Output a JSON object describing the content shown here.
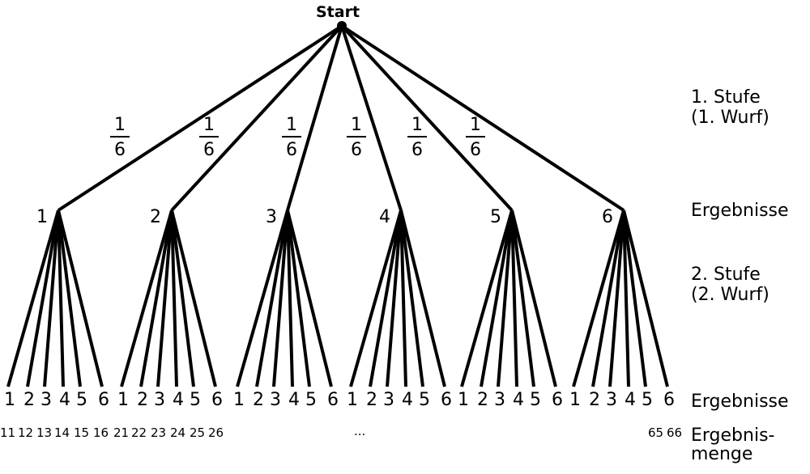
{
  "start_label": "Start",
  "stage1_probabilities": [
    {
      "numerator": "1",
      "denominator": "6"
    },
    {
      "numerator": "1",
      "denominator": "6"
    },
    {
      "numerator": "1",
      "denominator": "6"
    },
    {
      "numerator": "1",
      "denominator": "6"
    },
    {
      "numerator": "1",
      "denominator": "6"
    },
    {
      "numerator": "1",
      "denominator": "6"
    }
  ],
  "stage1_nodes": [
    "1",
    "2",
    "3",
    "4",
    "5",
    "6"
  ],
  "leaf_labels": [
    "1",
    "2",
    "3",
    "4",
    "5",
    "6"
  ],
  "outcomes_left": [
    "11",
    "12",
    "13",
    "14",
    "15",
    "16",
    "21",
    "22",
    "23",
    "24",
    "25",
    "26"
  ],
  "outcomes_ellipsis": "...",
  "outcomes_right": [
    "65",
    "66"
  ],
  "side_labels": {
    "stage1_line1": "1. Stufe",
    "stage1_line2": "(1. Wurf)",
    "results1": "Ergebnisse",
    "stage2_line1": "2. Stufe",
    "stage2_line2": "(2. Wurf)",
    "results2": "Ergebnisse",
    "outcome_set_line1": "Ergebnis-",
    "outcome_set_line2": "menge"
  }
}
